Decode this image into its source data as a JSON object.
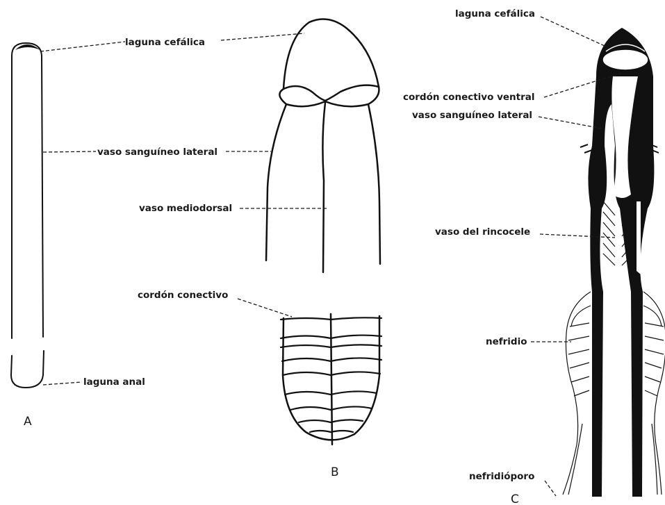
{
  "figure": {
    "panels": {
      "A": {
        "letter": "A"
      },
      "B": {
        "letter": "B"
      },
      "C": {
        "letter": "C"
      }
    },
    "labels": {
      "a_laguna_cefalica": "laguna cefálica",
      "a_vaso_lateral": "vaso sanguíneo lateral",
      "a_laguna_anal": "laguna anal",
      "b_vaso_mediodorsal": "vaso mediodorsal",
      "b_cordon_conectivo": "cordón conectivo",
      "c_laguna_cefalica": "laguna cefálica",
      "c_cordon_ventral": "cordón conectivo ventral",
      "c_vaso_lateral": "vaso sanguíneo lateral",
      "c_vaso_rincocele": "vaso del rincocele",
      "c_nefridio": "nefridio",
      "c_nefridioporo": "nefridióporo"
    }
  }
}
